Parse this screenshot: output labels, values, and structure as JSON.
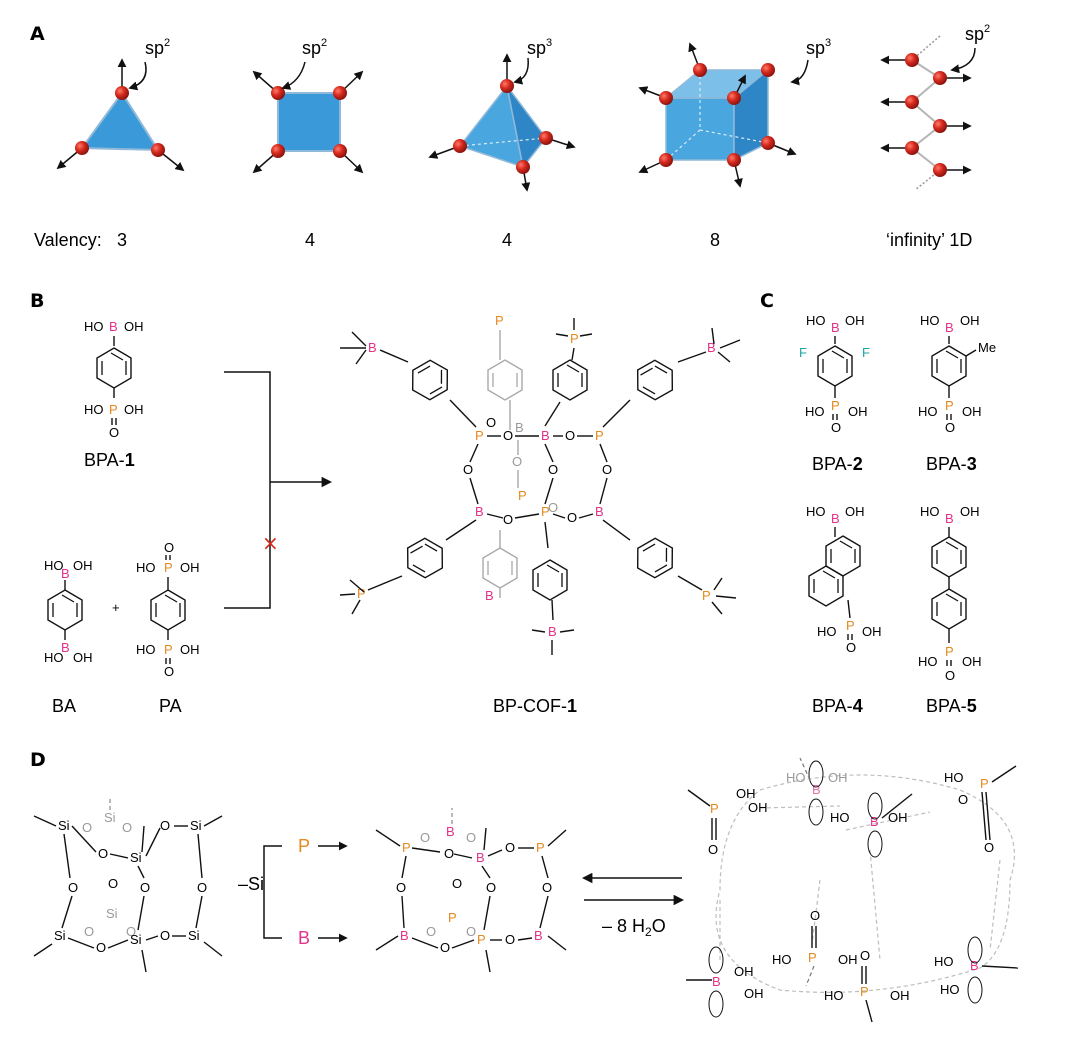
{
  "panels": {
    "a": "A",
    "b": "B",
    "c": "C",
    "d": "D"
  },
  "panel_a": {
    "hybrid": {
      "sp": "sp",
      "two": "2",
      "three": "3"
    },
    "valency_label": "Valency:",
    "valencies": [
      "3",
      "4",
      "4",
      "8",
      "‘infinity’ 1D"
    ]
  },
  "atoms": {
    "B": "B",
    "P": "P",
    "O": "O",
    "OH": "OH",
    "HO": "HO",
    "F": "F",
    "Me": "Me",
    "Si": "Si",
    "plus": "+"
  },
  "panel_b": {
    "bpa1": {
      "prefix": "BPA-",
      "num": "1"
    },
    "ba": "BA",
    "pa": "PA",
    "cof": {
      "prefix": "BP-COF-",
      "num": "1"
    },
    "cross_mark": "×"
  },
  "panel_c": {
    "labels": [
      {
        "prefix": "BPA-",
        "num": "2"
      },
      {
        "prefix": "BPA-",
        "num": "3"
      },
      {
        "prefix": "BPA-",
        "num": "4"
      },
      {
        "prefix": "BPA-",
        "num": "5"
      }
    ]
  },
  "panel_d": {
    "si": "–Si",
    "p": "P",
    "b": "B",
    "water": {
      "minus": "– 8 H",
      "sub": "2",
      "o": "O"
    }
  },
  "colors": {
    "boron": "#e2338a",
    "phosphorus": "#e58a1f",
    "fluorine": "#1aa6a6",
    "vertex": "#d62a1e",
    "polyhedron": "#3a9ad9"
  }
}
